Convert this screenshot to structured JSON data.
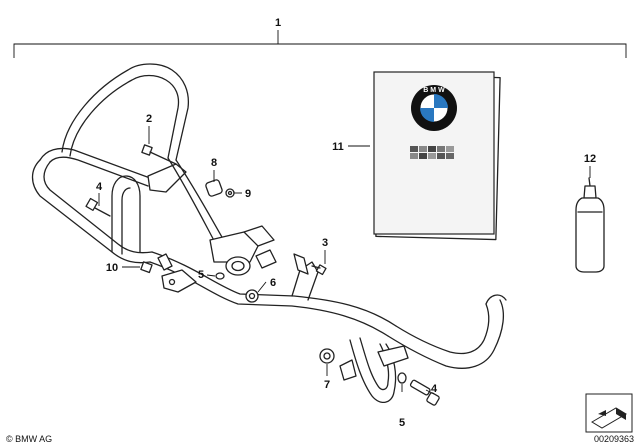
{
  "callouts": {
    "c1": "1",
    "c2": "2",
    "c3": "3",
    "c4a": "4",
    "c4b": "4",
    "c5a": "5",
    "c5b": "5",
    "c6": "6",
    "c7": "7",
    "c8": "8",
    "c9": "9",
    "c10": "10",
    "c11": "11",
    "c12": "12"
  },
  "footer": {
    "copyright": "© BMW AG",
    "diagram_number": "00209363"
  },
  "colors": {
    "line": "#222222",
    "booklet_fill": "#f4f4f4",
    "logo_blue": "#2a78c0"
  },
  "icons": [
    "bmw-logo-icon",
    "oil-bottle-icon",
    "parts-set-icon"
  ]
}
